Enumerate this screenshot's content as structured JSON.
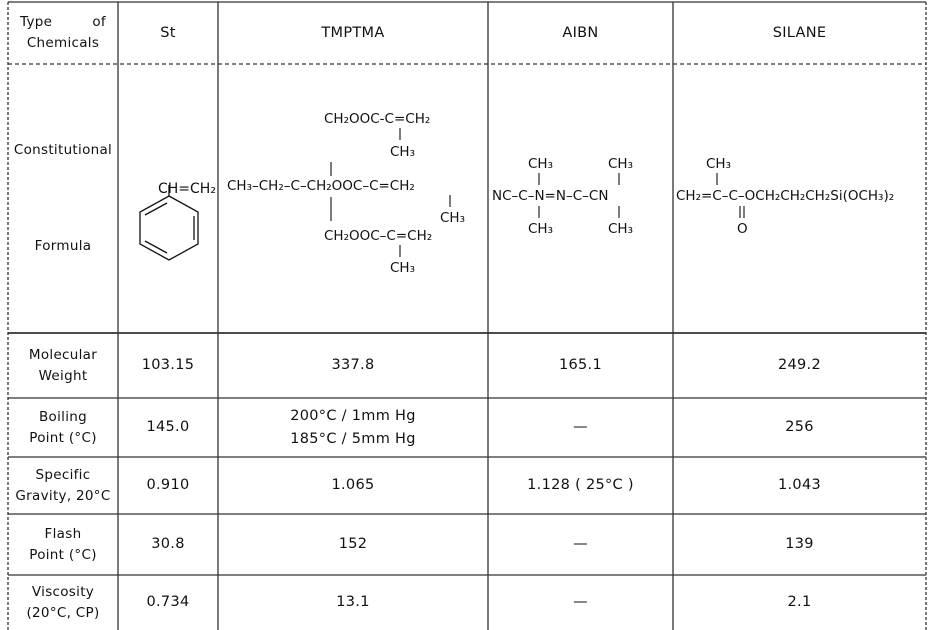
{
  "table": {
    "header": {
      "type_of_chemicals": [
        "Type",
        "of",
        "Chemicals"
      ],
      "columns": [
        "St",
        "TMPTMA",
        "AIBN",
        "SILANE"
      ]
    },
    "formula_row": {
      "label": [
        "Constitutional",
        "Formula"
      ],
      "st": {
        "vinyl": "CH=CH₂"
      },
      "tmptma": {
        "top": "CH₂OOC‑C=CH₂",
        "top_me": "CH₃",
        "mid": "CH₃–CH₂–C–CH₂OOC–C=CH₂",
        "mid_me": "CH₃",
        "bot": "CH₂OOC–C=CH₂",
        "bot_me": "CH₃"
      },
      "aibn": {
        "me_top_left": "CH₃",
        "me_top_right": "CH₃",
        "chain": "NC–C–N=N–C–CN",
        "me_bot_left": "CH₃",
        "me_bot_right": "CH₃"
      },
      "silane": {
        "me_top": "CH₃",
        "chain": "CH₂=C–C–OCH₂CH₂CH₂Si(OCH₃)₂",
        "oxygen": "O"
      }
    },
    "rows": [
      {
        "label": [
          "Molecular",
          "Weight"
        ],
        "st": [
          "103.15"
        ],
        "tmptma": [
          "337.8"
        ],
        "aibn": [
          "165.1"
        ],
        "silane": [
          "249.2"
        ]
      },
      {
        "label": [
          "Boiling",
          "Point (°C)"
        ],
        "st": [
          "145.0"
        ],
        "tmptma": [
          "200°C / 1mm Hg",
          "185°C / 5mm Hg"
        ],
        "aibn": [
          "—"
        ],
        "silane": [
          "256"
        ]
      },
      {
        "label": [
          "Specific",
          "Gravity, 20°C"
        ],
        "st": [
          "0.910"
        ],
        "tmptma": [
          "1.065"
        ],
        "aibn": [
          "1.128 ( 25°C )"
        ],
        "silane": [
          "1.043"
        ]
      },
      {
        "label": [
          "Flash",
          "Point (°C)"
        ],
        "st": [
          "30.8"
        ],
        "tmptma": [
          "152"
        ],
        "aibn": [
          "—"
        ],
        "silane": [
          "139"
        ]
      },
      {
        "label": [
          "Viscosity",
          "(20°C, CP)"
        ],
        "st": [
          "0.734"
        ],
        "tmptma": [
          "13.1"
        ],
        "aibn": [
          "—"
        ],
        "silane": [
          "2.1"
        ]
      }
    ]
  }
}
